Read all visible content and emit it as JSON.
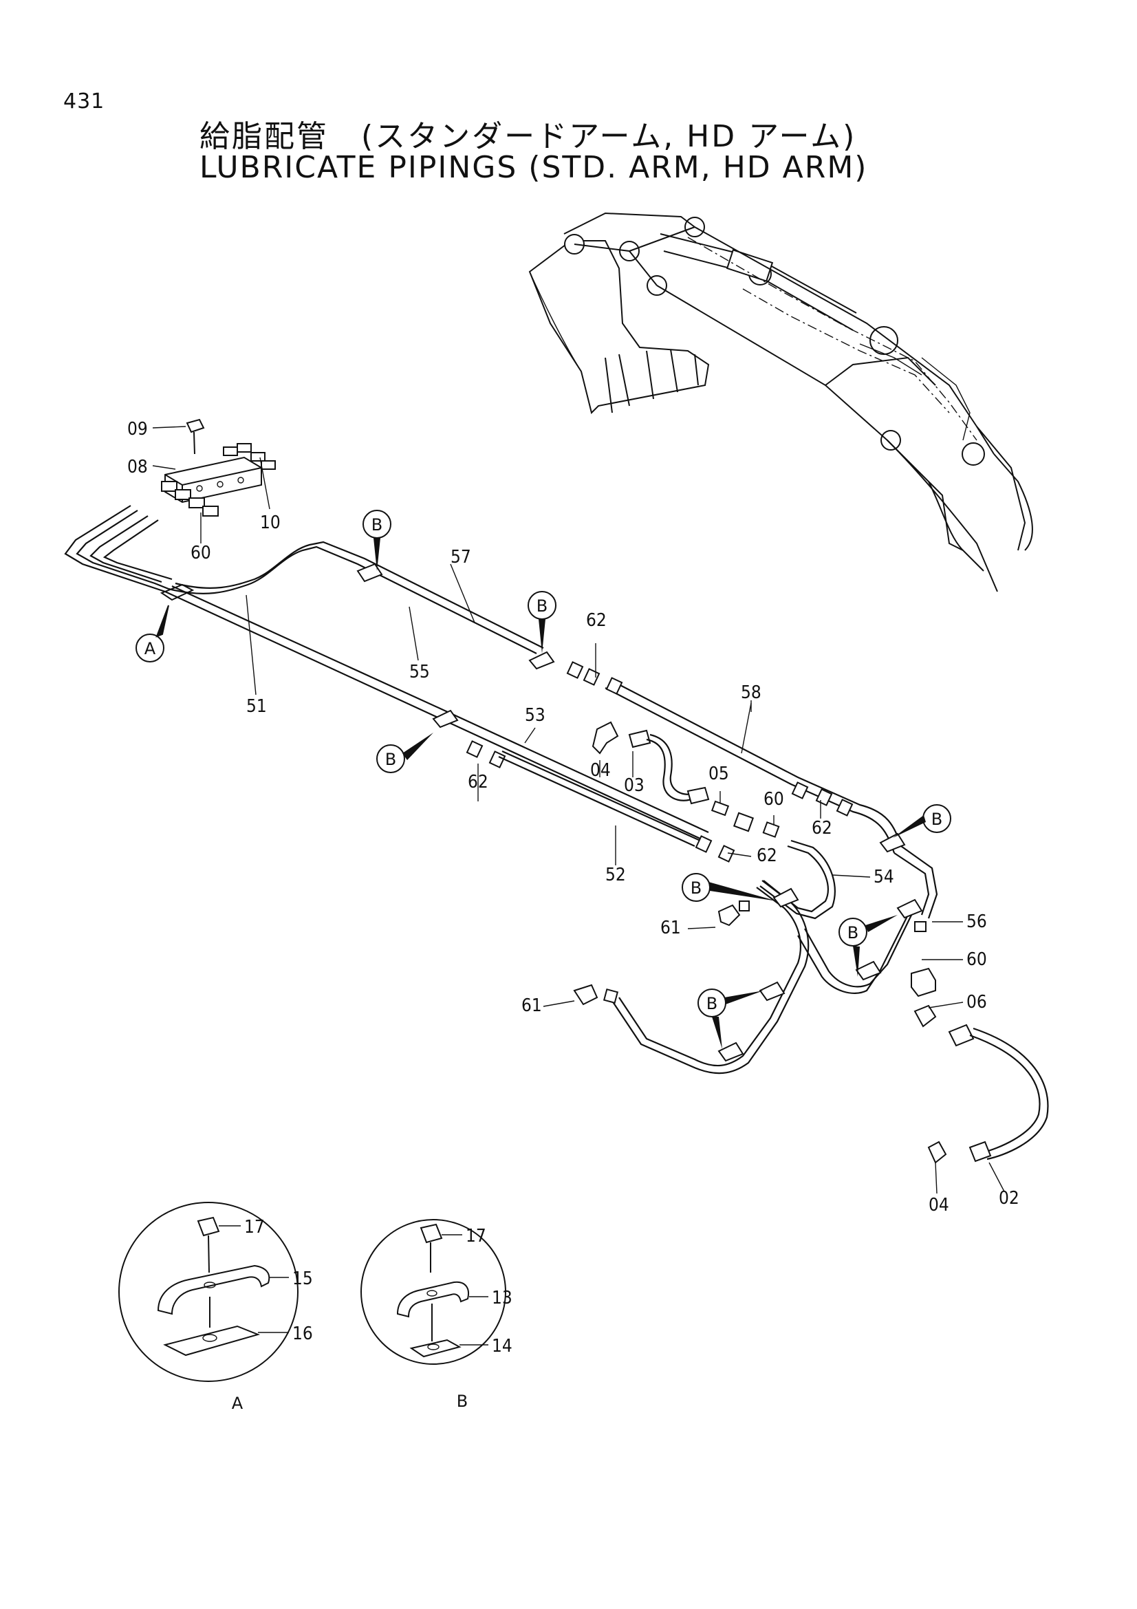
{
  "page": {
    "number": "431"
  },
  "title": {
    "japanese": "給脂配管　(スタンダードアーム, HD アーム)",
    "english": "LUBRICATE PIPINGS (STD. ARM, HD ARM)"
  },
  "view_markers": {
    "A": "A",
    "B": "B"
  },
  "callouts": {
    "c09": "09",
    "c08": "08",
    "c10": "10",
    "c60a": "60",
    "c57": "57",
    "c55": "55",
    "c51": "51",
    "c62a": "62",
    "c58": "58",
    "c53": "53",
    "c04a": "04",
    "c03": "03",
    "c05": "05",
    "c60b": "60",
    "c62b": "62",
    "c62c": "62",
    "c62d": "62",
    "c52": "52",
    "c54": "54",
    "c56": "56",
    "c60c": "60",
    "c61a": "61",
    "c61b": "61",
    "c06": "06",
    "c04b": "04",
    "c02": "02",
    "c17a": "17",
    "c15": "15",
    "c16": "16",
    "c17b": "17",
    "c13": "13",
    "c14": "14"
  },
  "detail_views": {
    "a_label": "A",
    "b_label": "B"
  }
}
